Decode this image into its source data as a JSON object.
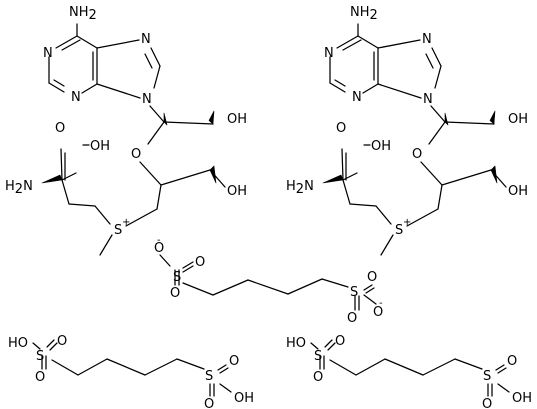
{
  "labels": {
    "nh2": "NH2",
    "nh2_sub_n": "NH",
    "nh2_sub_2": "2",
    "h2n_pre": "H",
    "h2n_sub": "2",
    "h2n_n": "N",
    "n": "N",
    "o": "O",
    "oh": "OH",
    "ho": "HO",
    "s": "S",
    "plus": "+",
    "minus": "-"
  }
}
